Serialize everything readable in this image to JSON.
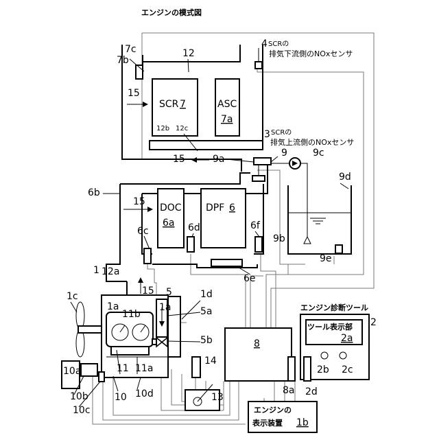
{
  "title": "エンジンの模式図",
  "components": {
    "scr": {
      "label": "SCR",
      "ref": "7"
    },
    "asc": {
      "label": "ASC",
      "ref": "7a"
    },
    "doc": {
      "label": "DOC",
      "ref": "6a"
    },
    "dpf": {
      "label": "DPF",
      "ref": "6"
    },
    "ecu": {
      "ref": "8"
    },
    "tool": {
      "title": "エンジン診断ツール",
      "ref": "2",
      "display_label": "ツール表示部",
      "display_ref": "2a",
      "button1": "2b",
      "button2": "2c",
      "connector": "2d"
    },
    "display": {
      "line1": "エンジンの",
      "line2": "表示装置",
      "ref": "1b"
    },
    "sensor_down": {
      "ref": "4",
      "line1": "SCRの",
      "line2": "排気下流側のNOxセンサ"
    },
    "sensor_up": {
      "ref": "3",
      "line1": "SCRの",
      "line2": "排気上流側のNOxセンサ"
    }
  },
  "labels": [
    "7c",
    "7b",
    "12",
    "15",
    "12b",
    "12c",
    "15",
    "9a",
    "9",
    "9c",
    "9d",
    "6b",
    "15",
    "6c",
    "6d",
    "6f",
    "9b",
    "9e",
    "6e",
    "1",
    "12a",
    "15",
    "5",
    "1d",
    "1c",
    "1a",
    "1a",
    "11b",
    "5a",
    "5b",
    "14",
    "10a",
    "11",
    "11a",
    "8a",
    "10b",
    "10",
    "10d",
    "13",
    "10c"
  ]
}
